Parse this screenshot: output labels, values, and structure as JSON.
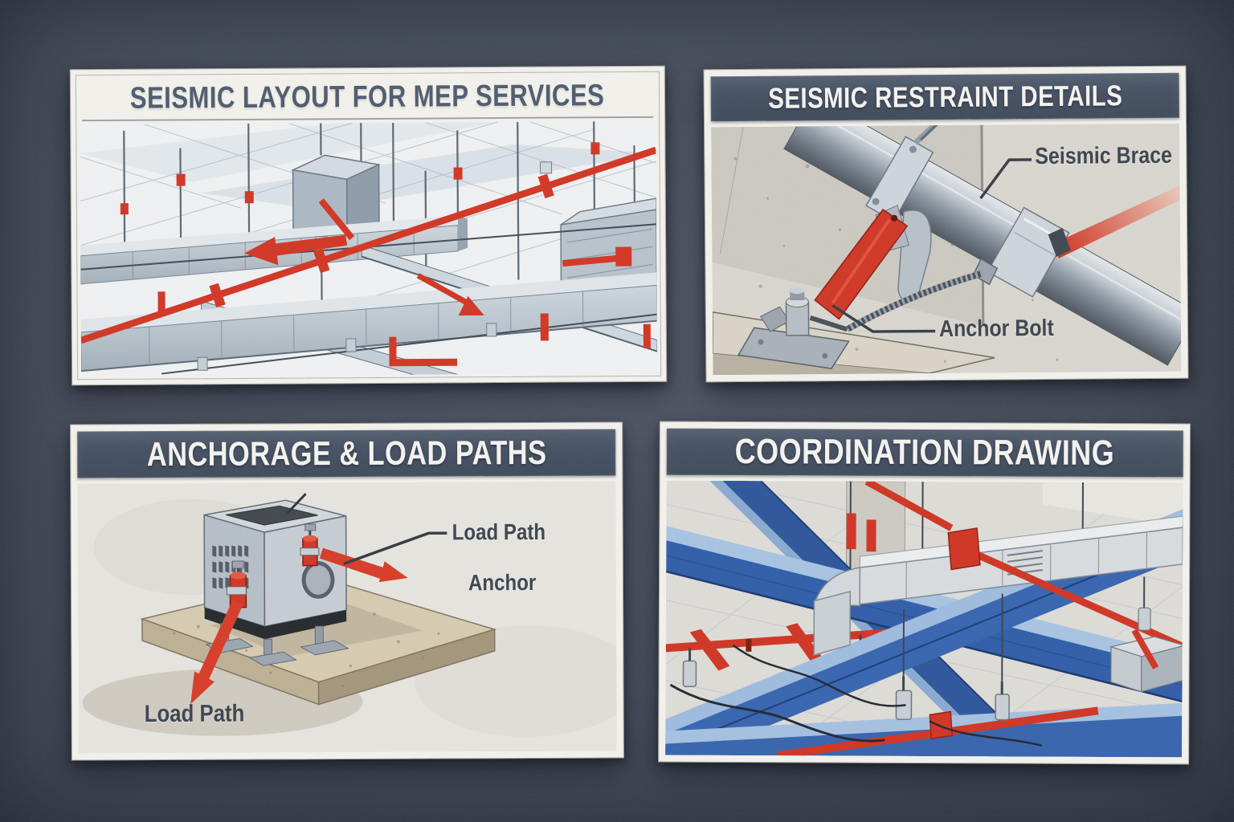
{
  "poster": {
    "description": "Four-panel educational illustration of seismic bracing and restraint for MEP building services",
    "panels": {
      "seismic_layout": {
        "title": "SEISMIC LAYOUT FOR MEP SERVICES"
      },
      "restraint_details": {
        "title": "SEISMIC RESTRAINT DETAILS",
        "labels": {
          "seismic_brace": "Seismic Brace",
          "anchor_bolt": "Anchor Bolt"
        }
      },
      "anchorage_load_paths": {
        "title": "ANCHORAGE & LOAD PATHS",
        "labels": {
          "load_path_top": "Load Path",
          "anchor": "Anchor",
          "load_path_bottom": "Load Path"
        }
      },
      "coordination_drawing": {
        "title": "COORDINATION DRAWING"
      }
    },
    "colors": {
      "background": "#464e5c",
      "card_paper": "#f1efe9",
      "header_bar": "#424e5f",
      "title_dark": "#4d5a6c",
      "title_light": "#f3f1ed",
      "accent_red": "#d03422",
      "beam_blue": "#2e5ca7",
      "duct_gray": "#c6ced6",
      "concrete_tan": "#d3c7ad"
    }
  }
}
